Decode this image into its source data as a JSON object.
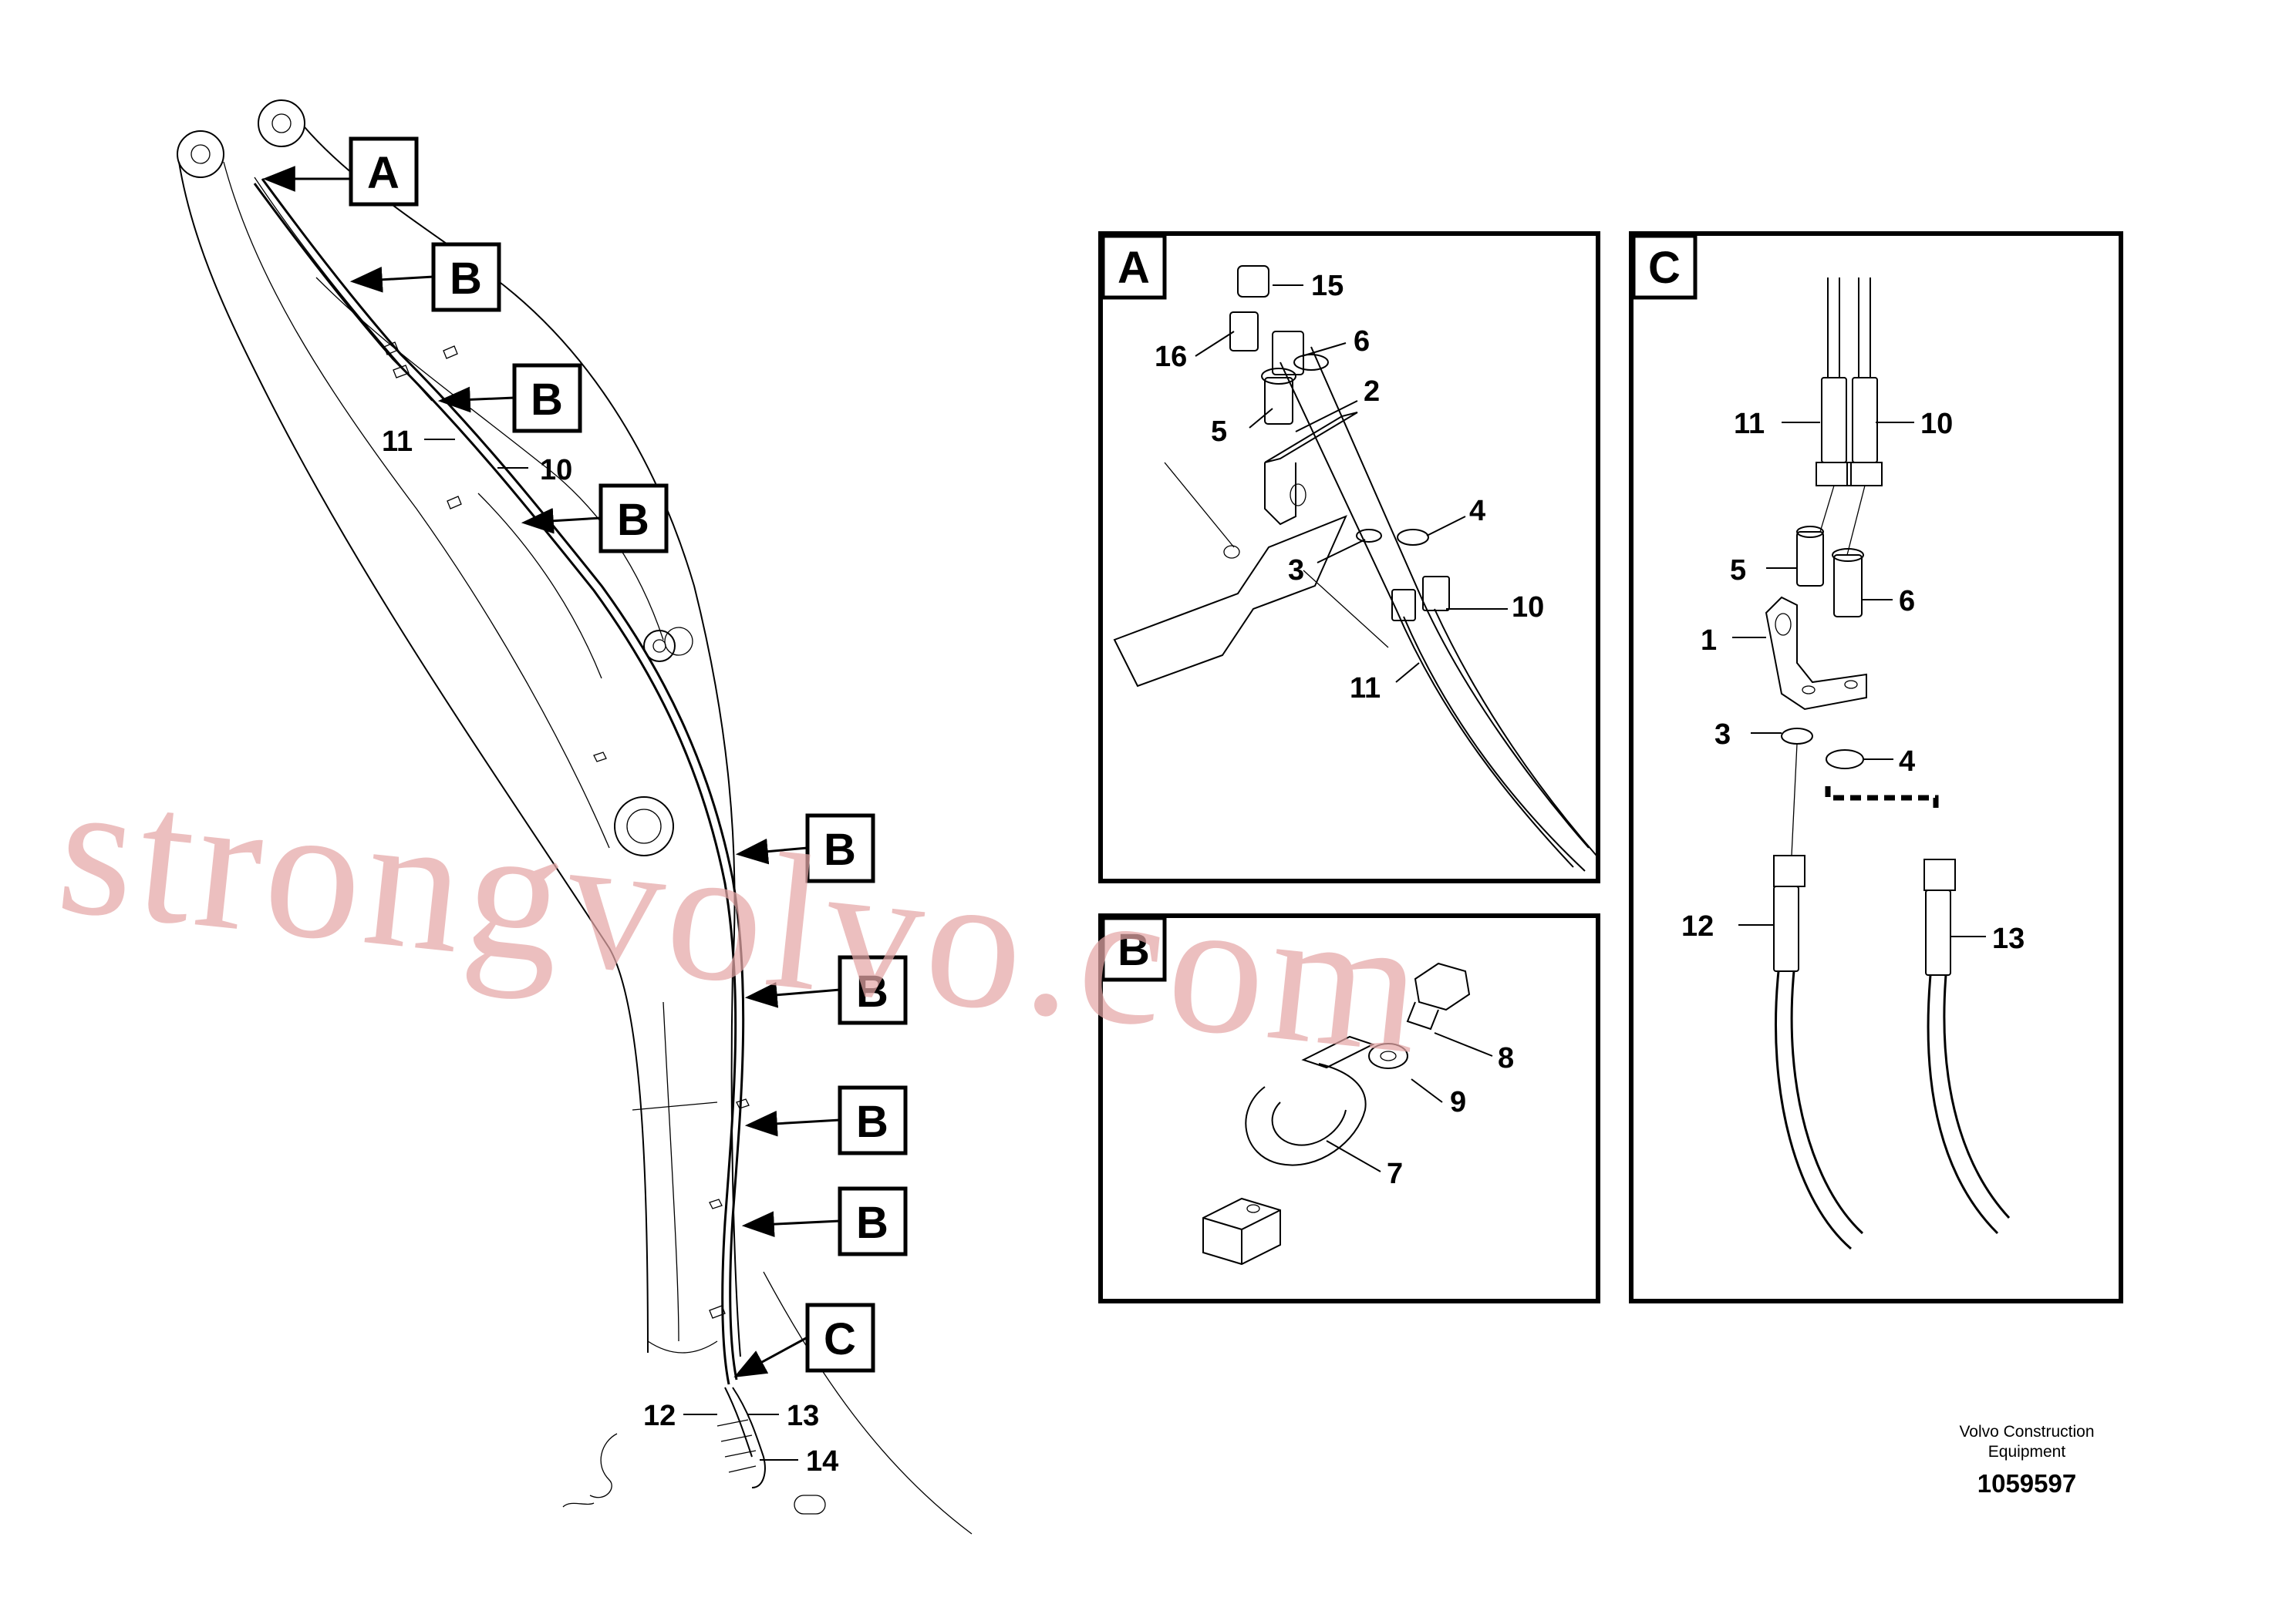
{
  "callouts": {
    "a": "A",
    "b": "B",
    "c": "C"
  },
  "panels": {
    "a_label": "A",
    "b_label": "B",
    "c_label": "C"
  },
  "parts": {
    "p1": "1",
    "p2": "2",
    "p3": "3",
    "p4": "4",
    "p5": "5",
    "p6": "6",
    "p7": "7",
    "p8": "8",
    "p9": "9",
    "p10": "10",
    "p11": "11",
    "p12": "12",
    "p13": "13",
    "p14": "14",
    "p15": "15",
    "p16": "16"
  },
  "footer": {
    "brand_line1": "Volvo Construction",
    "brand_line2": "Equipment",
    "drawing_number": "1059597"
  },
  "watermark": "strongvolvo.com"
}
